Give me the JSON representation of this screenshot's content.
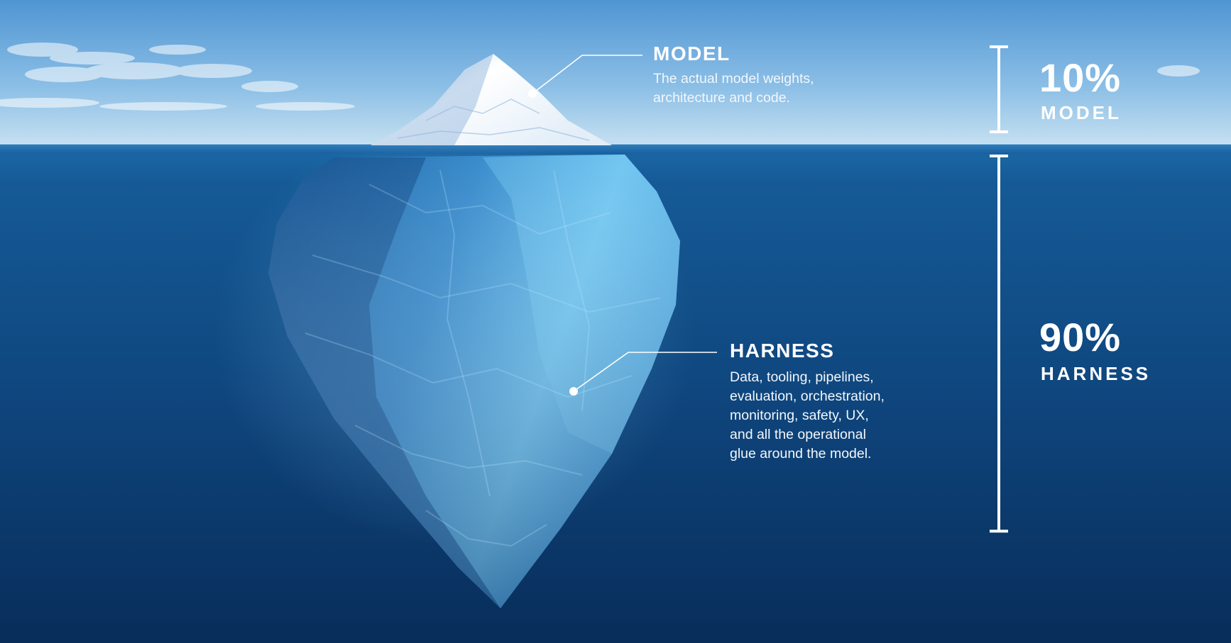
{
  "colors": {
    "sky_top": "#5b9ed8",
    "sky_bottom": "#bcd9ee",
    "ocean_top": "#1a5e9c",
    "ocean_bottom": "#0a2f5e",
    "ice_light": "#ffffff",
    "ice_blue": "#3f97d6",
    "label_text": "#ffffff"
  },
  "callouts": {
    "model": {
      "title": "MODEL",
      "description_lines": [
        "The actual model weights,",
        "architecture and code."
      ]
    },
    "harness": {
      "title": "HARNESS",
      "description_lines": [
        "Data, tooling, pipelines,",
        "evaluation, orchestration,",
        "monitoring, safety, UX,",
        "and all the operational",
        "glue around the model."
      ]
    }
  },
  "scale": {
    "model": {
      "percent": "10%",
      "name": "MODEL",
      "share": 0.1
    },
    "harness": {
      "percent": "90%",
      "name": "HARNESS",
      "share": 0.9
    }
  }
}
